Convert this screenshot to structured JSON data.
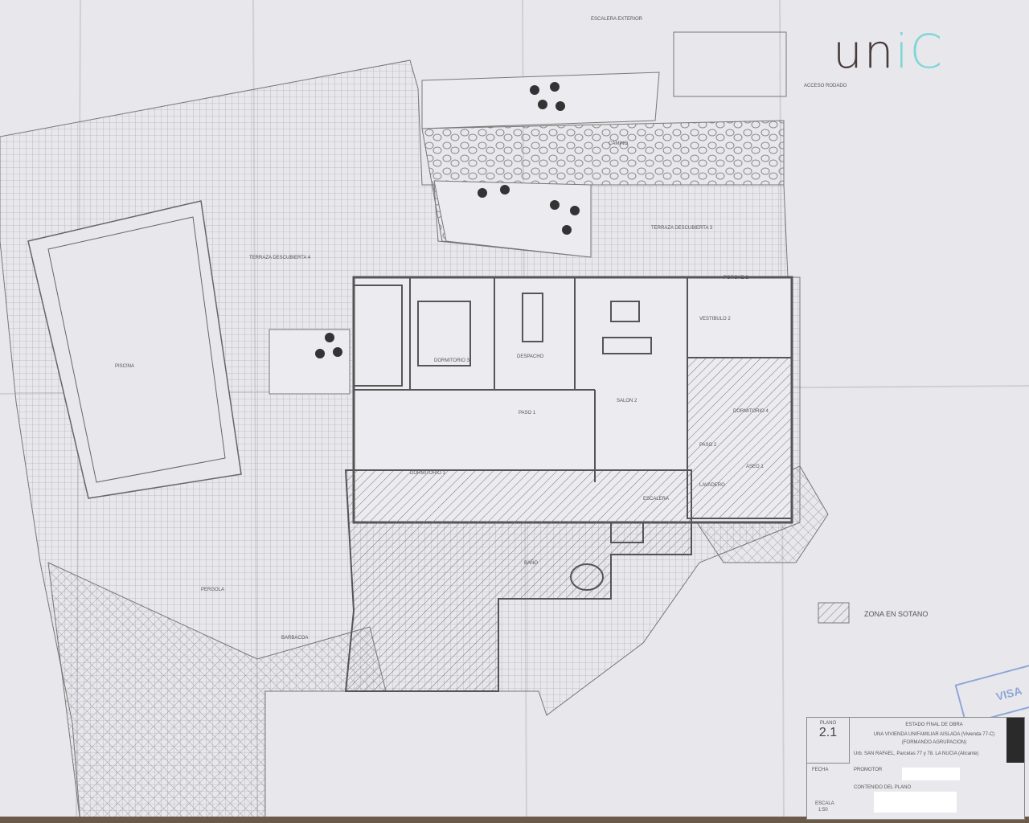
{
  "logo": {
    "text_a": "un",
    "text_b": "iC"
  },
  "rooms": {
    "piscina": "PISCINA",
    "terraza4": "TERRAZA DESCUBIERTA 4",
    "terraza3": "TERRAZA DESCUBIERTA 3",
    "camino": "CAMINO",
    "escalera_ext": "ESCALERA EXTERIOR",
    "acceso": "ACCESO RODADO",
    "porche2": "PORCHE 2",
    "vestibulo2": "VESTIBULO 2",
    "dormitorio3": "DORMITORIO 3",
    "despacho": "DESPACHO",
    "salon2": "SALON 2",
    "paso1": "PASO 1",
    "paso2": "PASO 2",
    "dormitorio4": "DORMITORIO 4",
    "aseo1": "ASEO 1",
    "lavadero": "LAVADERO",
    "escalera": "ESCALERA",
    "dormitorio1": "DORMITORIO 1",
    "bano": "BAÑO",
    "pergola": "PERGOLA",
    "barbacoa": "BARBACOA"
  },
  "legend": {
    "sotano": "ZONA EN SOTANO"
  },
  "title_block": {
    "plano_label": "PLANO",
    "plano_number": "2.1",
    "line1": "ESTADO FINAL DE OBRA",
    "line2": "UNA VIVIENDA UNIFAMILIAR AISLADA (Vivienda 77-C)",
    "line3": "(FORMANDO AGRUPACION)",
    "line4": "Urb. SAN RAFAEL, Parcelas 77 y 78. LA NUCIA (Alicante)",
    "fecha": "FECHA",
    "promotor": "PROMOTOR",
    "contenido": "CONTENIDO DEL PLANO",
    "escala_label": "ESCALA",
    "escala": "1:50",
    "stamp": "VISA"
  }
}
